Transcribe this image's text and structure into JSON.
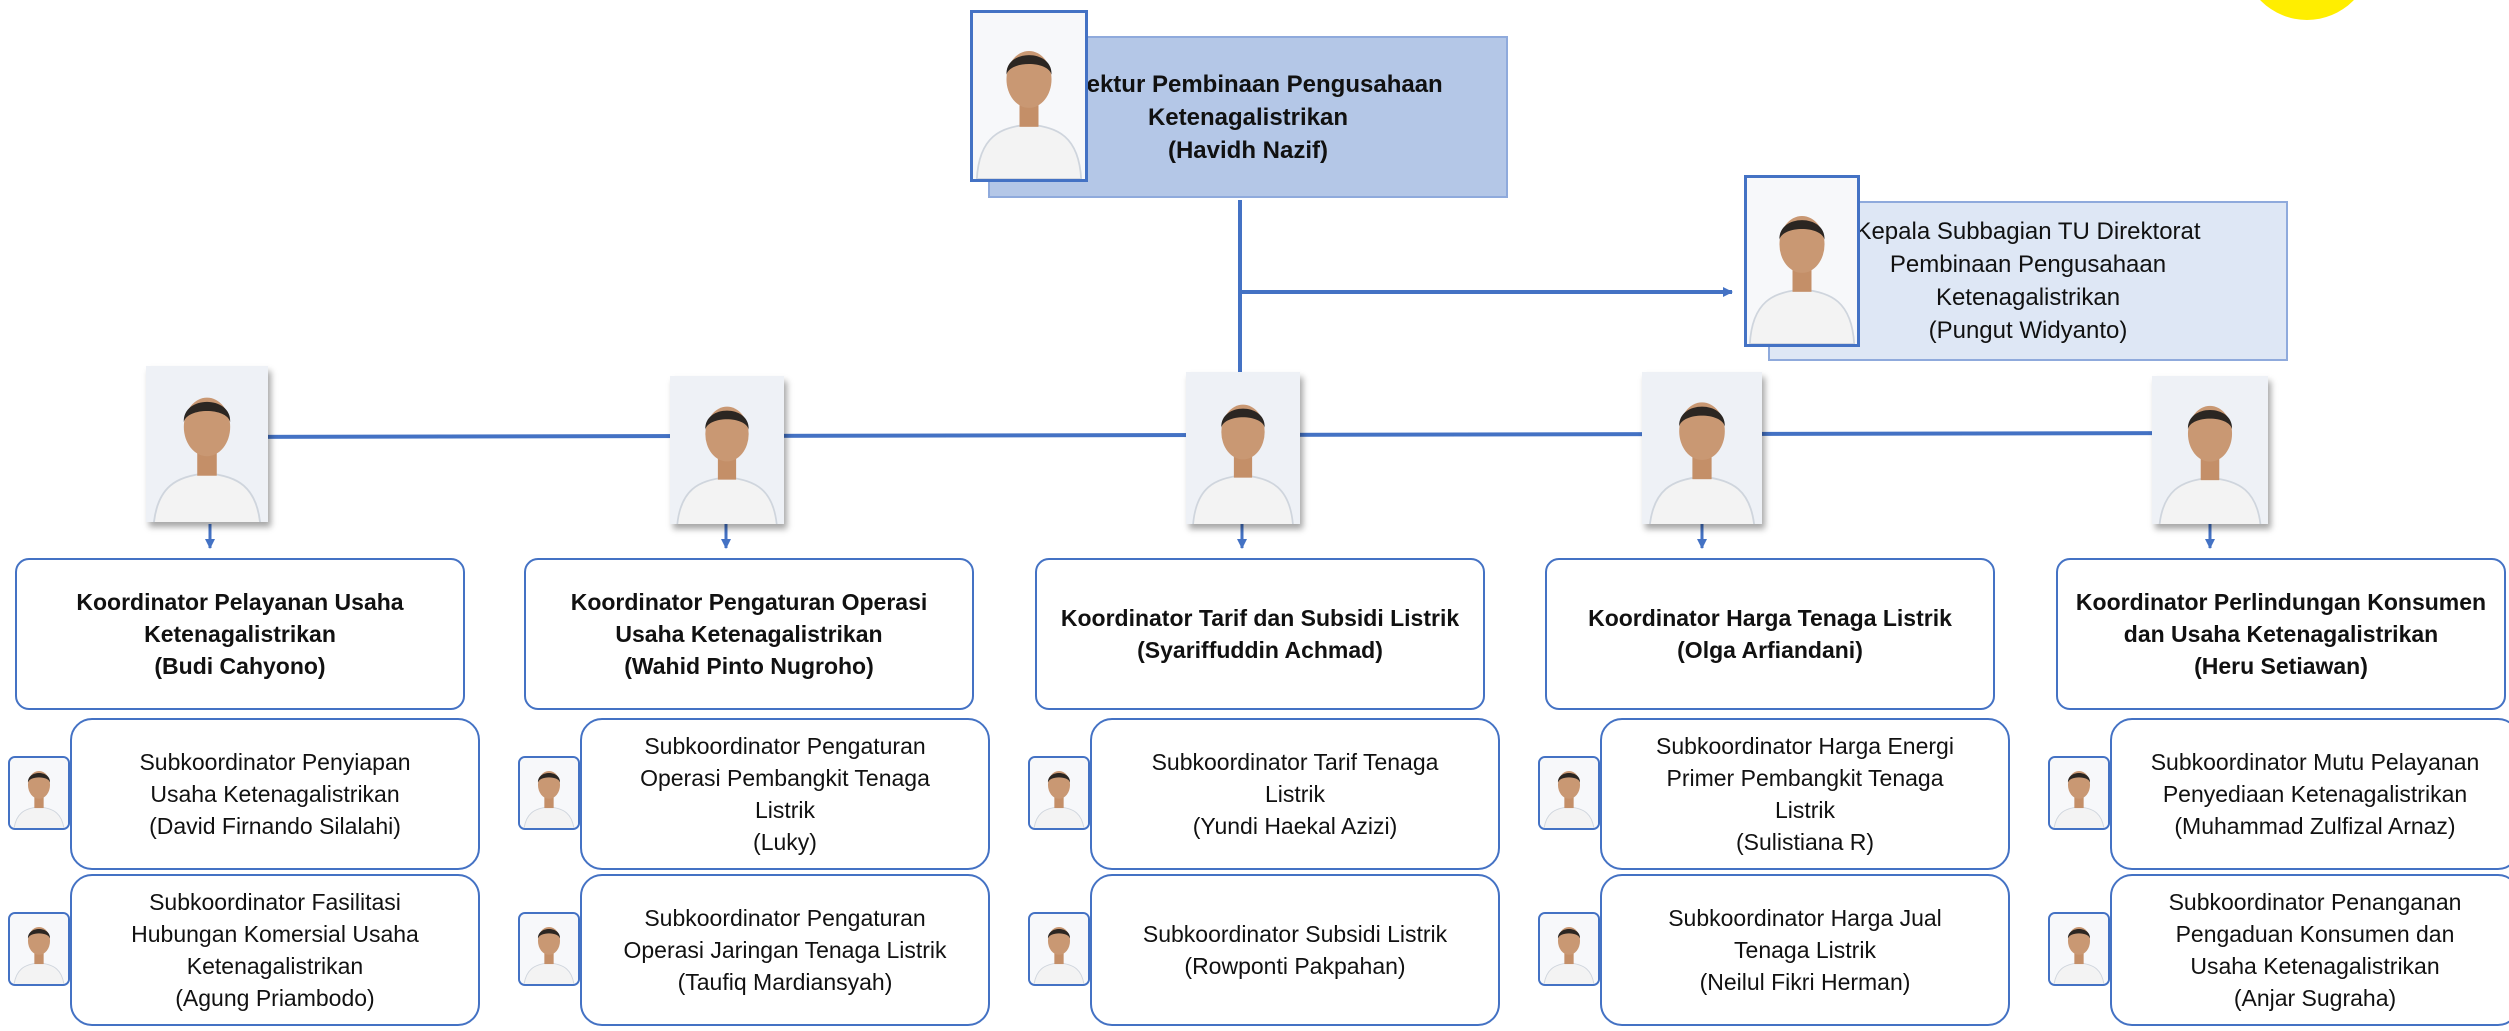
{
  "director": {
    "title_line1": "Direktur Pembinaan Pengusahaan",
    "title_line2": "Ketenagalistrikan",
    "name": "(Havidh Nazif)"
  },
  "tu_head": {
    "title_line1": "Kepala Subbagian TU Direktorat",
    "title_line2": "Pembinaan Pengusahaan",
    "title_line3": "Ketenagalistrikan",
    "name": "(Pungut Widyanto)"
  },
  "coordinators": [
    {
      "lines": [
        "Koordinator Pelayanan Usaha",
        "Ketenagalistrikan",
        "(Budi Cahyono)"
      ],
      "subs": [
        {
          "lines": [
            "Subkoordinator Penyiapan",
            "Usaha Ketenagalistrikan",
            "(David Firnando Silalahi)"
          ]
        },
        {
          "lines": [
            "Subkoordinator Fasilitasi",
            "Hubungan Komersial Usaha",
            "Ketenagalistrikan",
            "(Agung Priambodo)"
          ]
        }
      ]
    },
    {
      "lines": [
        "Koordinator Pengaturan Operasi",
        "Usaha Ketenagalistrikan",
        "(Wahid Pinto Nugroho)"
      ],
      "subs": [
        {
          "lines": [
            "Subkoordinator Pengaturan",
            "Operasi Pembangkit Tenaga",
            "Listrik",
            "(Luky)"
          ]
        },
        {
          "lines": [
            "Subkoordinator Pengaturan",
            "Operasi Jaringan Tenaga Listrik",
            "(Taufiq Mardiansyah)"
          ]
        }
      ]
    },
    {
      "lines": [
        "Koordinator Tarif dan Subsidi Listrik",
        "(Syariffuddin Achmad)"
      ],
      "subs": [
        {
          "lines": [
            "Subkoordinator Tarif Tenaga",
            "Listrik",
            "(Yundi Haekal Azizi)"
          ]
        },
        {
          "lines": [
            "Subkoordinator Subsidi Listrik",
            "(Rowponti Pakpahan)"
          ]
        }
      ]
    },
    {
      "lines": [
        "Koordinator Harga Tenaga Listrik",
        "(Olga Arfiandani)"
      ],
      "subs": [
        {
          "lines": [
            "Subkoordinator Harga Energi",
            "Primer Pembangkit Tenaga",
            "Listrik",
            "(Sulistiana R)"
          ]
        },
        {
          "lines": [
            "Subkoordinator Harga Jual",
            "Tenaga Listrik",
            "(Neilul Fikri Herman)"
          ]
        }
      ]
    },
    {
      "lines": [
        "Koordinator Perlindungan Konsumen",
        "dan Usaha Ketenagalistrikan",
        "(Heru Setiawan)"
      ],
      "subs": [
        {
          "lines": [
            "Subkoordinator Mutu Pelayanan",
            "Penyediaan Ketenagalistrikan",
            "(Muhammad Zulfizal Arnaz)"
          ]
        },
        {
          "lines": [
            "Subkoordinator Penanganan",
            "Pengaduan Konsumen dan",
            "Usaha Ketenagalistrikan",
            "(Anjar Sugraha)"
          ]
        }
      ]
    }
  ],
  "colors": {
    "connector": "#4472c4",
    "director_fill": "#b4c7e7",
    "tu_fill": "#dee7f5",
    "box_border": "#4472c4",
    "accent": "#ffee00"
  }
}
